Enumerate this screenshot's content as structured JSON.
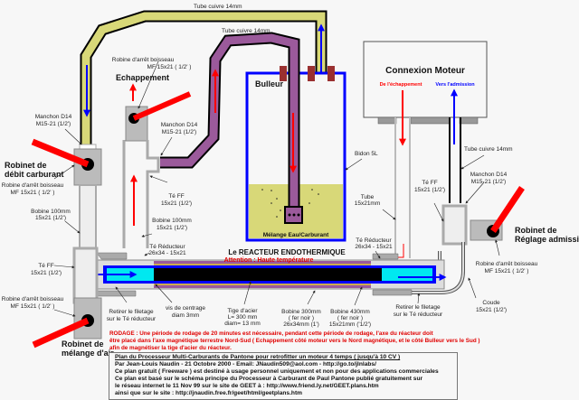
{
  "labels": {
    "tube_top": "Tube cuivre 14mm",
    "tube_purple": "Tube cuivre 14mm",
    "echappement": "Echappement",
    "robine_echap_1": "Robine d'arrêt boisseau",
    "robine_echap_2": "MF 15x21 ( 1/2' )",
    "manchon_left_1": "Manchon D14",
    "manchon_left_2": "M15-21 (1/2')",
    "manchon_mid_1": "Manchon D14",
    "manchon_mid_2": "M15-21 (1/2')",
    "robinet_debit_1": "Robinet de",
    "robinet_debit_2": "débit carburant",
    "robine_debit_1": "Robine d'arrêt boisseau",
    "robine_debit_2": "MF 15x21 ( 1/2' )",
    "te_ff_mid_1": "Té FF",
    "te_ff_mid_2": "15x21 (1/2')",
    "bobine_left_1": "Bobine 100mm",
    "bobine_left_2": "15x21 (1/2')",
    "bobine_mid_1": "Bobine 100mm",
    "bobine_mid_2": "15x21 (1/2')",
    "te_red_left_1": "Té Réducteur",
    "te_red_left_2": "26x34 - 15x21",
    "te_ff_left_1": "Té FF",
    "te_ff_left_2": "15x21 (1/2')",
    "robine_air_1": "Robine d'arrêt boisseau",
    "robine_air_2": "MF 15x21 ( 1/2' )",
    "robinet_air_1": "Robinet de",
    "robinet_air_2": "mélange d'air",
    "retirer_left_1": "Retirer le filetage",
    "retirer_left_2": "sur le Té réducteur",
    "vis_1": "vis de centrage",
    "vis_2": "diam 3mm",
    "tige_1": "Tige d'acier",
    "tige_2": "L= 300 mm",
    "tige_3": "diam= 13 mm",
    "bob300_1": "Bobine 300mm",
    "bob300_2": "( fer noir )",
    "bob300_3": "26x34mm (1')",
    "bob430_1": "Bobine 430mm",
    "bob430_2": "( fer noir )",
    "bob430_3": "15x21mm ('1/2')",
    "retirer_right_1": "Retirer le filetage",
    "retirer_right_2": "sur le Té réducteur",
    "coude_1": "Coude",
    "coude_2": "15x21 (1/2')",
    "robine_adm_1": "Robine d'arrêt boisseau",
    "robine_adm_2": "MF 15x21 ( 1/2' )",
    "robinet_adm_1": "Robinet de",
    "robinet_adm_2": "Réglage admission",
    "te_red_right_1": "Té Réducteur",
    "te_red_right_2": "26x34 - 15x21",
    "tube15_1": "Tube",
    "tube15_2": "15x21mm",
    "te_ff_right_1": "Té FF",
    "te_ff_right_2": "15x21 (1/2')",
    "tube_right": "Tube cuivre 14mm",
    "manchon_right_1": "Manchon D14",
    "manchon_right_2": "M15-21 (1/2')",
    "bidon": "Bidon 5L",
    "bulleur": "Bulleur",
    "melange": "Mélange Eau/Carburant",
    "connexion": "Connexion Moteur",
    "de_echap": "De l'échappement",
    "vers_adm": "Vers l'admission",
    "reacteur": "Le REACTEUR ENDOTHERMIQUE",
    "attention": "Attention : Haute température",
    "rodage_1": "RODAGE : Une période de rodage de 20 minutes est nécessaire, pendant cette période de rodage, l'axe du réacteur doit",
    "rodage_2": "être placé dans l'axe magnétique terrestre Nord-Sud ( Echappement côté moteur vers le Nord magnétique, et le côté Bulleur vers le Sud )",
    "rodage_3": "afin de magnétiser la tige d'acier du réacteur."
  },
  "credits": [
    "Plan du Processeur Multi-Carburants de Pantone pour retrofitter un moteur 4 temps ( jusqu'à 10 CV )",
    "Par Jean-Louis Naudin - 21 Octobre 2000 - Email: JNaudin509@aol.com - http://go.to/jlnlabs/",
    "Ce plan gratuit ( Freeware ) est destiné à usage personnel uniquement et non pour des applications commerciales",
    "Ce plan est basé sur le schéma principe du Processeur à Carburant de Paul Pantone publié gratuitement sur",
    "le réseau internet le 11 Nov 99 sur le site de GEET à : http://www.friend.ly.net/GEET.plans.htm",
    "ainsi que sur le site : http://jnaudin.free.fr/geet/html/geetplans.htm"
  ],
  "colors": {
    "fuel_tube": "#d8d878",
    "steam_tube": "#9b5a9b",
    "flow_in": "#0000ff",
    "flow_out": "#ff0000",
    "reactor_inner": "#00e8f0",
    "valve_handle": "#ff0000"
  }
}
